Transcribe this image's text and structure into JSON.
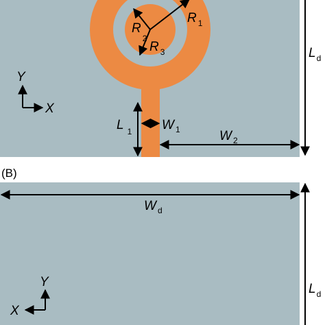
{
  "colors": {
    "substrate": "#a9bcc2",
    "copper": "#ec8a43",
    "dimension": "#000000"
  },
  "panel_a": {
    "labels": {
      "r1": "R",
      "r1_sub": "1",
      "r2": "R",
      "r2_sub": "2",
      "r3": "R",
      "r3_sub": "3",
      "ld": "L",
      "ld_sub": "d",
      "l1": "L",
      "l1_sub": "1",
      "w1": "W",
      "w1_sub": "1",
      "w2": "W",
      "w2_sub": "2"
    },
    "axes": {
      "y": "Y",
      "x": "X"
    }
  },
  "panel_b": {
    "title": "(B)",
    "labels": {
      "wd": "W",
      "wd_sub": "d",
      "ld": "L",
      "ld_sub": "d"
    },
    "axes": {
      "y": "Y",
      "x": "X"
    }
  }
}
